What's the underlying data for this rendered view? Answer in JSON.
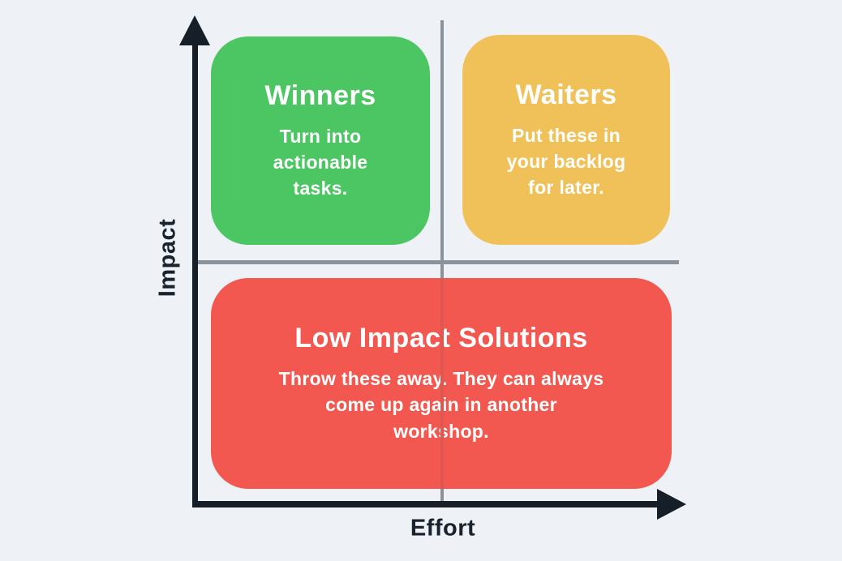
{
  "axes": {
    "y_label": "Impact",
    "x_label": "Effort"
  },
  "quadrants": [
    {
      "id": "winners",
      "position": "top-left",
      "title": "Winners",
      "description": "Turn into\nactionable\ntasks.",
      "color": "#4CC563"
    },
    {
      "id": "waiters",
      "position": "top-right",
      "title": "Waiters",
      "description": "Put these in\nyour backlog\nfor later.",
      "color": "#F0C159"
    },
    {
      "id": "low-impact-solutions",
      "position": "bottom",
      "title": "Low Impact Solutions",
      "description": "Throw these away. They can always\ncome up again in another\nworkshop.",
      "color": "#F2584F"
    }
  ],
  "colors": {
    "background": "#EEF2F7",
    "axis": "#161E28",
    "axis_label_text": "#1A222E",
    "divider": "#8A929C",
    "divider_over_red": "#DE5750",
    "box_text": "#FFFFFF"
  }
}
